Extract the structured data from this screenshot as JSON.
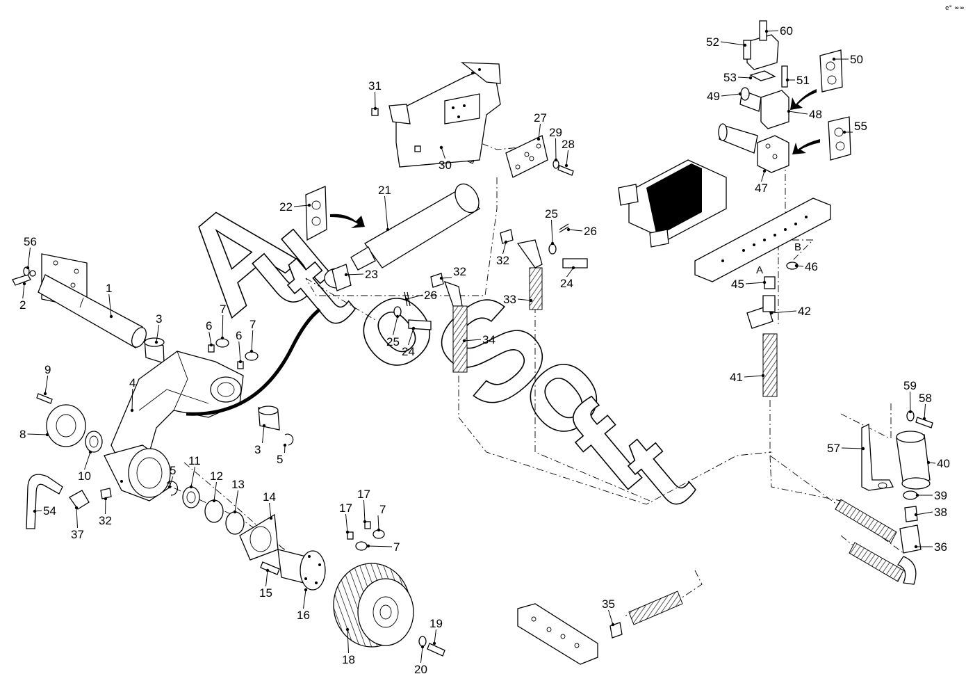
{
  "corner_mark": "e° ∞∞",
  "watermark": {
    "text": "AutoSoft",
    "letters": [
      "A",
      "u",
      "t",
      "o",
      "S",
      "o",
      "f",
      "t"
    ]
  },
  "legend_sub": {
    "a": "A",
    "b": "B"
  },
  "callouts": [
    {
      "id": "c1",
      "text": "1"
    },
    {
      "id": "c2",
      "text": "2"
    },
    {
      "id": "c3a",
      "text": "3"
    },
    {
      "id": "c3b",
      "text": "3"
    },
    {
      "id": "c4",
      "text": "4"
    },
    {
      "id": "c5a",
      "text": "5"
    },
    {
      "id": "c5b",
      "text": "5"
    },
    {
      "id": "c6a",
      "text": "6"
    },
    {
      "id": "c6b",
      "text": "6"
    },
    {
      "id": "c7a",
      "text": "7"
    },
    {
      "id": "c7b",
      "text": "7"
    },
    {
      "id": "c7c",
      "text": "7"
    },
    {
      "id": "c7d",
      "text": "7"
    },
    {
      "id": "c8",
      "text": "8"
    },
    {
      "id": "c9",
      "text": "9"
    },
    {
      "id": "c10",
      "text": "10"
    },
    {
      "id": "c11",
      "text": "11"
    },
    {
      "id": "c12",
      "text": "12"
    },
    {
      "id": "c13",
      "text": "13"
    },
    {
      "id": "c14",
      "text": "14"
    },
    {
      "id": "c15",
      "text": "15"
    },
    {
      "id": "c16",
      "text": "16"
    },
    {
      "id": "c17a",
      "text": "17"
    },
    {
      "id": "c17b",
      "text": "17"
    },
    {
      "id": "c18",
      "text": "18"
    },
    {
      "id": "c19",
      "text": "19"
    },
    {
      "id": "c20",
      "text": "20"
    },
    {
      "id": "c21",
      "text": "21"
    },
    {
      "id": "c22",
      "text": "22"
    },
    {
      "id": "c23",
      "text": "23"
    },
    {
      "id": "c24a",
      "text": "24"
    },
    {
      "id": "c24b",
      "text": "24"
    },
    {
      "id": "c25a",
      "text": "25"
    },
    {
      "id": "c25b",
      "text": "25"
    },
    {
      "id": "c26a",
      "text": "26"
    },
    {
      "id": "c26b",
      "text": "26"
    },
    {
      "id": "c27",
      "text": "27"
    },
    {
      "id": "c28",
      "text": "28"
    },
    {
      "id": "c29",
      "text": "29"
    },
    {
      "id": "c30",
      "text": "30"
    },
    {
      "id": "c31",
      "text": "31"
    },
    {
      "id": "c32a",
      "text": "32"
    },
    {
      "id": "c32b",
      "text": "32"
    },
    {
      "id": "c32c",
      "text": "32"
    },
    {
      "id": "c33",
      "text": "33"
    },
    {
      "id": "c34",
      "text": "34"
    },
    {
      "id": "c35",
      "text": "35"
    },
    {
      "id": "c36",
      "text": "36"
    },
    {
      "id": "c37",
      "text": "37"
    },
    {
      "id": "c38",
      "text": "38"
    },
    {
      "id": "c39",
      "text": "39"
    },
    {
      "id": "c40",
      "text": "40"
    },
    {
      "id": "c41",
      "text": "41"
    },
    {
      "id": "c42",
      "text": "42"
    },
    {
      "id": "c45",
      "text": "45"
    },
    {
      "id": "c46",
      "text": "46"
    },
    {
      "id": "c47",
      "text": "47"
    },
    {
      "id": "c48",
      "text": "48"
    },
    {
      "id": "c49",
      "text": "49"
    },
    {
      "id": "c50",
      "text": "50"
    },
    {
      "id": "c51",
      "text": "51"
    },
    {
      "id": "c52",
      "text": "52"
    },
    {
      "id": "c53",
      "text": "53"
    },
    {
      "id": "c54",
      "text": "54"
    },
    {
      "id": "c55",
      "text": "55"
    },
    {
      "id": "c56",
      "text": "56"
    },
    {
      "id": "c57",
      "text": "57"
    },
    {
      "id": "c58",
      "text": "58"
    },
    {
      "id": "c59",
      "text": "59"
    },
    {
      "id": "c60",
      "text": "60"
    }
  ]
}
